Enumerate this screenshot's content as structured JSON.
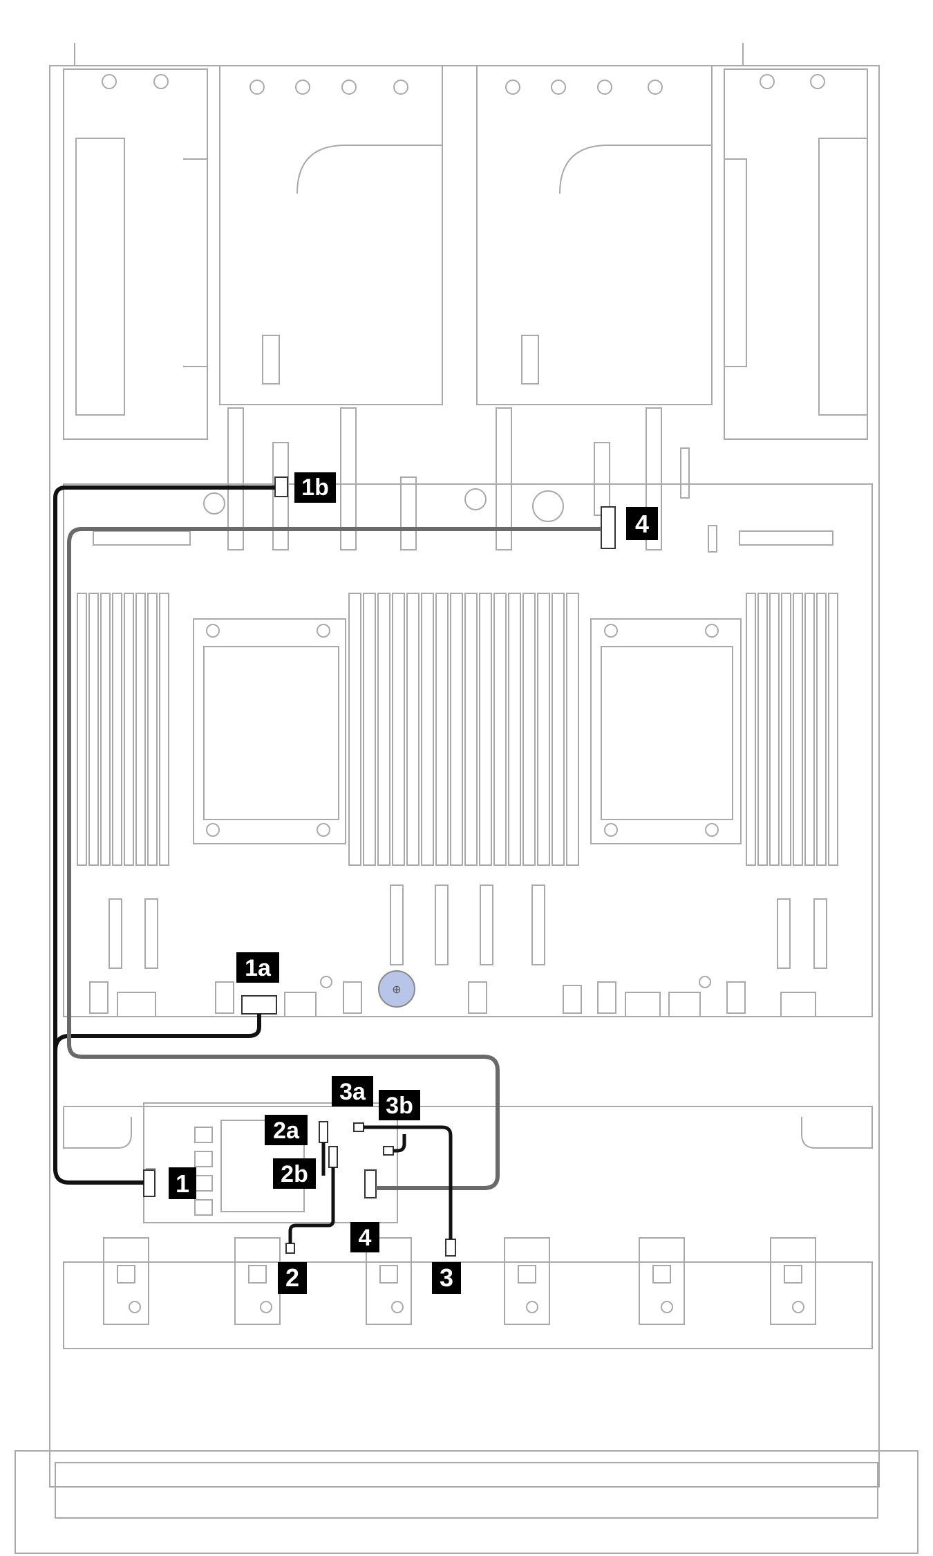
{
  "callouts": [
    {
      "id": "1",
      "text": "1"
    },
    {
      "id": "1a",
      "text": "1a"
    },
    {
      "id": "1b",
      "text": "1b"
    },
    {
      "id": "2",
      "text": "2"
    },
    {
      "id": "2a",
      "text": "2a"
    },
    {
      "id": "2b",
      "text": "2b"
    },
    {
      "id": "3",
      "text": "3"
    },
    {
      "id": "3a",
      "text": "3a"
    },
    {
      "id": "3b",
      "text": "3b"
    },
    {
      "id": "4-top",
      "text": "4"
    },
    {
      "id": "4-bottom",
      "text": "4"
    }
  ],
  "colors": {
    "outline": "#a9a9a9",
    "callout_bg": "#000000",
    "callout_text": "#ffffff",
    "cable_black": "#111111",
    "cable_gray": "#6a6a6a",
    "accent_blue": "#b8c4e8"
  }
}
